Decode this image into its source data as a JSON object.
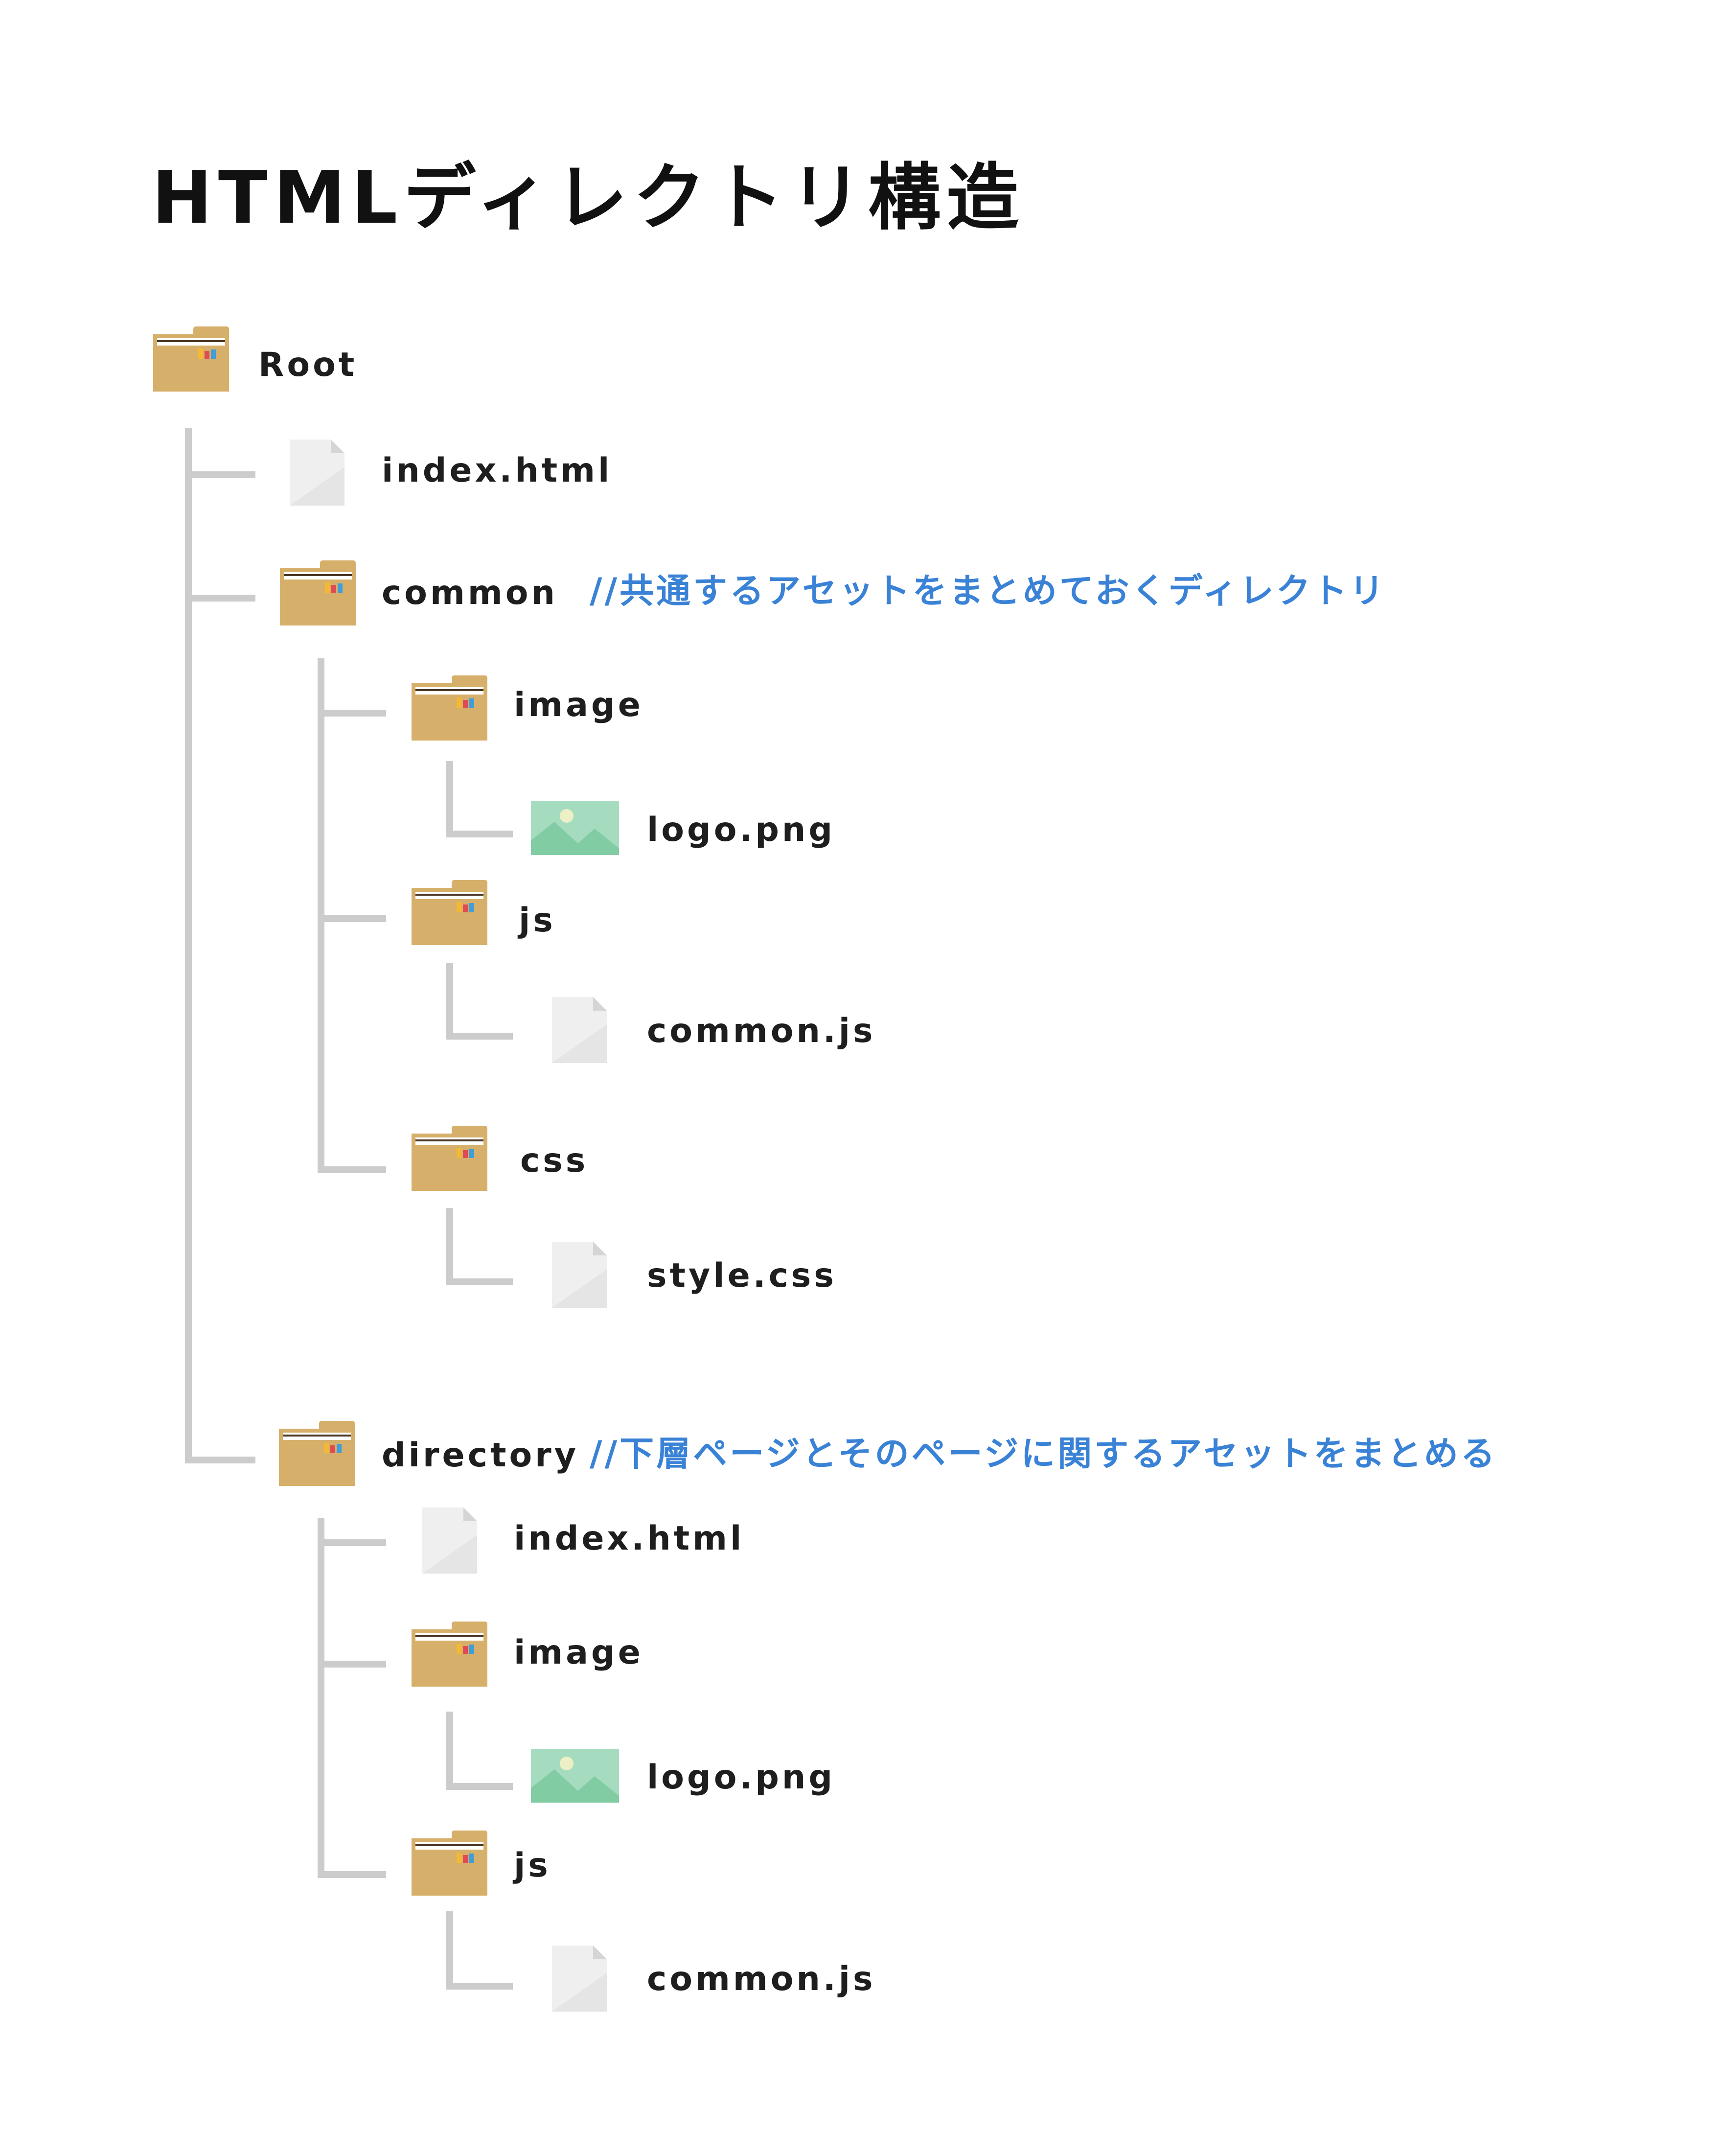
{
  "title": "HTMLディレクトリ構造",
  "colors": {
    "folder": "#d6b06a",
    "connector": "#cccccc",
    "comment": "#3a82d6",
    "image_icon": "#a5dcc0",
    "file_icon": "#eeeeee"
  },
  "tree": {
    "root": {
      "name": "Root",
      "icon": "folder-icon"
    },
    "root_index": {
      "name": "index.html",
      "icon": "file-icon"
    },
    "common": {
      "name": "common",
      "icon": "folder-icon",
      "comment": "//共通するアセットをまとめておくディレクトリ"
    },
    "common_image": {
      "name": "image",
      "icon": "folder-icon"
    },
    "common_image_logo": {
      "name": "logo.png",
      "icon": "image-icon"
    },
    "common_js": {
      "name": "js",
      "icon": "folder-icon"
    },
    "common_js_file": {
      "name": "common.js",
      "icon": "file-icon"
    },
    "common_css": {
      "name": "css",
      "icon": "folder-icon"
    },
    "common_css_file": {
      "name": "style.css",
      "icon": "file-icon"
    },
    "directory": {
      "name": "directory",
      "icon": "folder-icon",
      "comment": "//下層ページとそのページに関するアセットをまとめる"
    },
    "directory_index": {
      "name": "index.html",
      "icon": "file-icon"
    },
    "directory_image": {
      "name": "image",
      "icon": "folder-icon"
    },
    "directory_image_logo": {
      "name": "logo.png",
      "icon": "image-icon"
    },
    "directory_js": {
      "name": "js",
      "icon": "folder-icon"
    },
    "directory_js_file": {
      "name": "common.js",
      "icon": "file-icon"
    }
  }
}
